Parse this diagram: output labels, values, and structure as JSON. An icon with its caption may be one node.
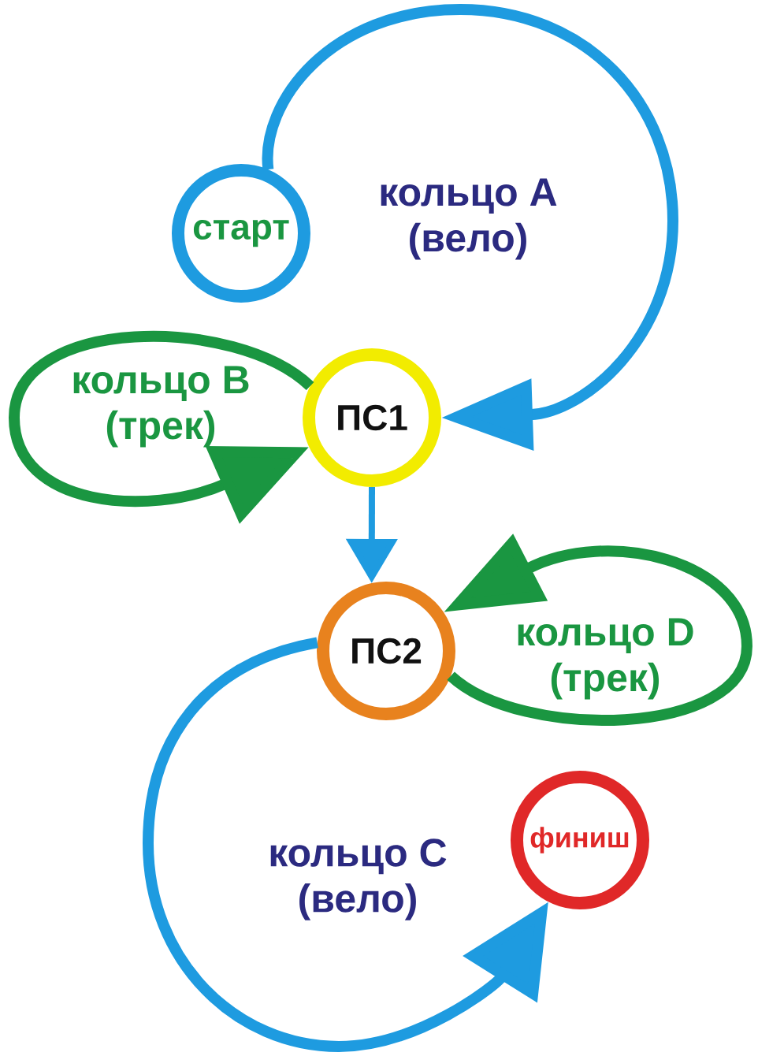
{
  "diagram": {
    "nodes": [
      {
        "text": [
          "старт"
        ]
      },
      {
        "text": [
          "ПС1"
        ]
      },
      {
        "text": [
          "ПС2"
        ]
      },
      {
        "text": [
          "финиш"
        ]
      }
    ],
    "edges": [
      {
        "from": 0,
        "to": 1,
        "arrow": "to",
        "label": "кольцо A (вело)"
      },
      {
        "from": 1,
        "to": 1,
        "arrow": "to",
        "label": "кольцо B (трек)",
        "color": "#1a9641"
      },
      {
        "from": 1,
        "to": 2,
        "arrow": "to"
      },
      {
        "from": 2,
        "to": 2,
        "arrow": "to",
        "label": "кольцо D (трек)",
        "color": "#1a9641"
      },
      {
        "from": 2,
        "to": 3,
        "arrow": "to",
        "label": "кольцо C (вело)"
      }
    ]
  }
}
